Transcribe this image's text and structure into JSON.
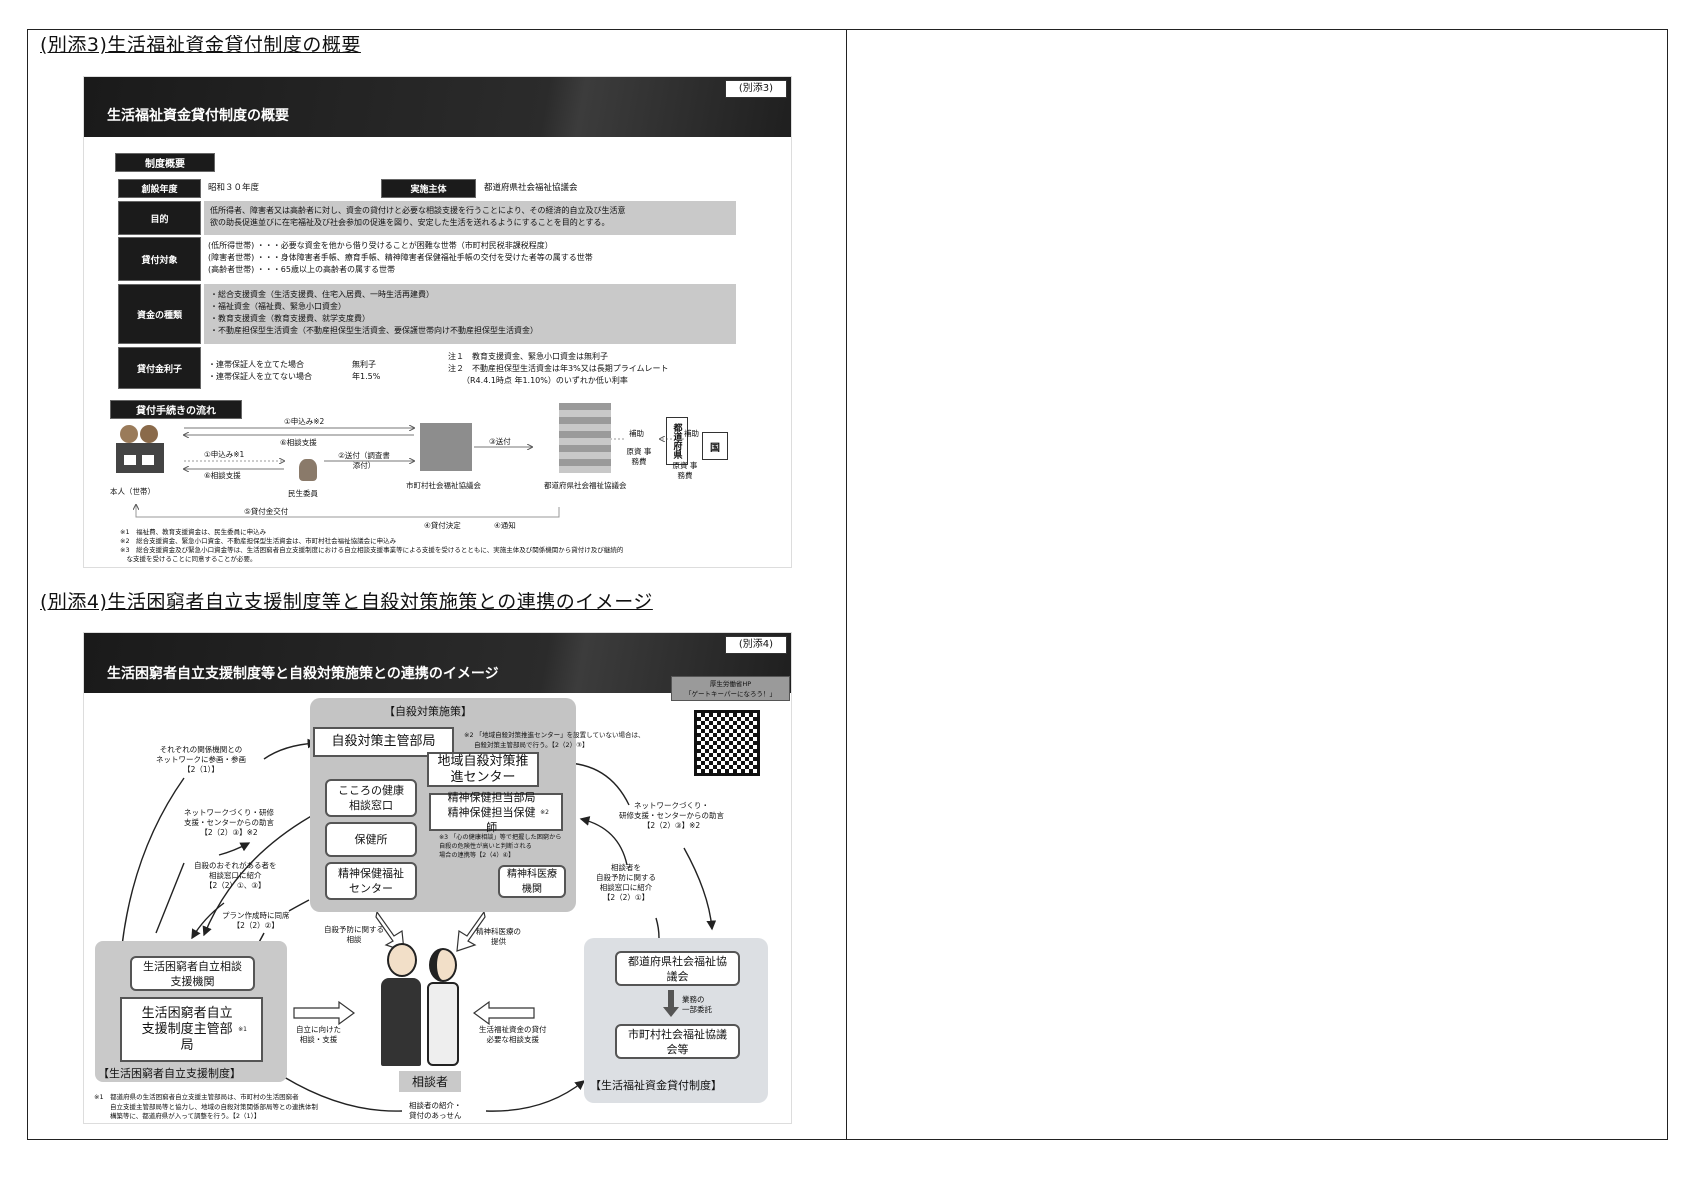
{
  "section3": {
    "heading": "(別添3)生活福祉資金貸付制度の概要",
    "slide": {
      "tag": "(別添3)",
      "title": "生活福祉資金貸付制度の概要",
      "overview_label": "制度概要",
      "rows": {
        "founded_label": "創設年度",
        "founded_value": "昭和３０年度",
        "operator_label": "実施主体",
        "operator_value": "都道府県社会福祉協議会",
        "purpose_label": "目的",
        "purpose_lines": [
          "低所得者、障害者又は高齢者に対し、資金の貸付けと必要な相談支援を行うことにより、その経済的自立及び生活意",
          "欲の助長促進並びに在宅福祉及び社会参加の促進を図り、安定した生活を送れるようにすることを目的とする。"
        ],
        "target_label": "貸付対象",
        "target_lines": [
          "(低所得世帯) ・・・必要な資金を他から借り受けることが困難な世帯（市町村民税非課税程度）",
          "(障害者世帯) ・・・身体障害者手帳、療育手帳、精神障害者保健福祉手帳の交付を受けた者等の属する世帯",
          "(高齢者世帯) ・・・65歳以上の高齢者の属する世帯"
        ],
        "types_label": "資金の種類",
        "types_lines": [
          "・総合支援資金（生活支援費、住宅入居費、一時生活再建費）",
          "・福祉資金（福祉費、緊急小口資金）",
          "・教育支援資金（教育支援費、就学支度費）",
          "・不動産担保型生活資金（不動産担保型生活資金、要保護世帯向け不動産担保型生活資金）"
        ],
        "interest_label": "貸付金利子",
        "interest_lines": [
          "・連帯保証人を立てた場合",
          "・連帯保証人を立てない場合"
        ],
        "interest_values": [
          "無利子",
          "年1.5%"
        ],
        "interest_notes": [
          "注１　教育支援資金、緊急小口資金は無利子",
          "注２　不動産担保型生活資金は年3%又は長期プライムレート",
          "（R4.4.1時点 年1.10%）のいずれか低い利率"
        ]
      },
      "flow_label": "貸付手続きの流れ",
      "flow": {
        "arrow1": "①申込み※2",
        "arrow2": "⑥相談支援",
        "arrow3": "①申込み※1",
        "arrow4": "⑥相談支援",
        "arrow5": "②送付（調査書添付）",
        "arrow6": "③送付",
        "arrow7": "⑤貸付金交付",
        "arrow8": "④貸付決定",
        "arrow9": "④通知",
        "subsidy1": "補助",
        "subsidy1_sub": "原資 事務費",
        "subsidy2": "補助",
        "subsidy2_sub": "原資 事務費",
        "actor1": "本人（世帯）",
        "actor2": "民生委員",
        "actor3": "市町村社会福祉協議会",
        "actor4": "都道府県社会福祉協議会",
        "actor5": "都道府県",
        "actor6": "国"
      },
      "notes": [
        "※1　福祉費、教育支援資金は、民生委員に申込み",
        "※2　総合支援資金、緊急小口資金、不動産担保型生活資金は、市町村社会福祉協議会に申込み",
        "※3　総合支援資金及び緊急小口資金等は、生活困窮者自立支援制度における自立相談支援事業等による支援を受けるとともに、実施主体及び関係機関から貸付け及び継続的",
        "　な支援を受けることに同意することが必要。"
      ]
    }
  },
  "section4": {
    "heading": "(別添4)生活困窮者自立支援制度等と自殺対策施策との連携のイメージ",
    "slide": {
      "tag": "(別添4)",
      "title": "生活困窮者自立支援制度等と自殺対策施策との連携のイメージ",
      "ministry_label": [
        "厚生労働省HP",
        "「ゲートキーパーになろう！」"
      ],
      "suicide_group_label": "【自殺対策施策】",
      "suicide_hq": "自殺対策主管部局",
      "regional_center": "地域自殺対策推進センター",
      "mental_consult": "こころの健康相談窓口",
      "health_center": "保健所",
      "mental_welfare_center": "精神保健福祉センター",
      "mental_dept": "精神保健担当部局 精神保健担当保健師",
      "mental_dept_mark": "※2",
      "psych_med": "精神科医療機関",
      "note_regional": [
        "※2 「地域自殺対策推進センター」を設置していない場合は、",
        "自殺対策主管部局で行う。【2（2）③】"
      ],
      "note_mental": [
        "※3 「心の健康相談」等で把握した困窮から",
        "自殺の危険性が高いと判断される",
        "場合の連携等【2（4）④】"
      ],
      "labels": {
        "network_each": [
          "それぞれの関係機関との",
          "ネットワークに参画・参画",
          "【2（1）】"
        ],
        "network_training": [
          "ネットワークづくり・研修",
          "支援・センターからの助言",
          "【2（2）③】※2"
        ],
        "refer_consult": [
          "自殺のおそれがある者を",
          "相談窓口に紹介",
          "【2（2）①、③】"
        ],
        "plan_support": [
          "プラン作成時に同席",
          "【2（2）②】"
        ],
        "network_right": [
          "ネットワークづくり・",
          "研修支援・センターからの助言",
          "【2（2）③】※2"
        ],
        "refer_right": [
          "相談者を",
          "自殺予防に関する",
          "相談窓口に紹介",
          "【2（2）①】"
        ],
        "prevention_consult": [
          "自殺予防に関する",
          "相談"
        ],
        "psych_provide": [
          "精神科医療の",
          "提供"
        ],
        "independence_support": [
          "自立に向けた",
          "相談・支援"
        ],
        "loan_support": [
          "生活福祉資金の貸付",
          "必要な相談支援"
        ],
        "delegation": [
          "業務の",
          "一部委託"
        ],
        "bottom_link": [
          "相談者の紹介・",
          "貸付のあっせん"
        ]
      },
      "poverty_consult": "生活困窮者自立相談支援機関",
      "poverty_hq": "生活困窮者自立支援制度主管部局",
      "poverty_hq_mark": "※1",
      "poverty_group_label": "【生活困窮者自立支援制度】",
      "pref_council": "都道府県社会福祉協議会",
      "muni_council": "市町村社会福祉協議会等",
      "loan_group_label": "【生活福祉資金貸付制度】",
      "consultee": "相談者",
      "footnote": [
        "※1　都道府県の生活困窮者自立支援主管部局は、市町村の生活困窮者",
        "自立支援主管部局等と協力し、地域の自殺対策関係部局等との連携体制",
        "構築等に、都道府県が入って調整を行う。【2（1）】"
      ]
    }
  }
}
